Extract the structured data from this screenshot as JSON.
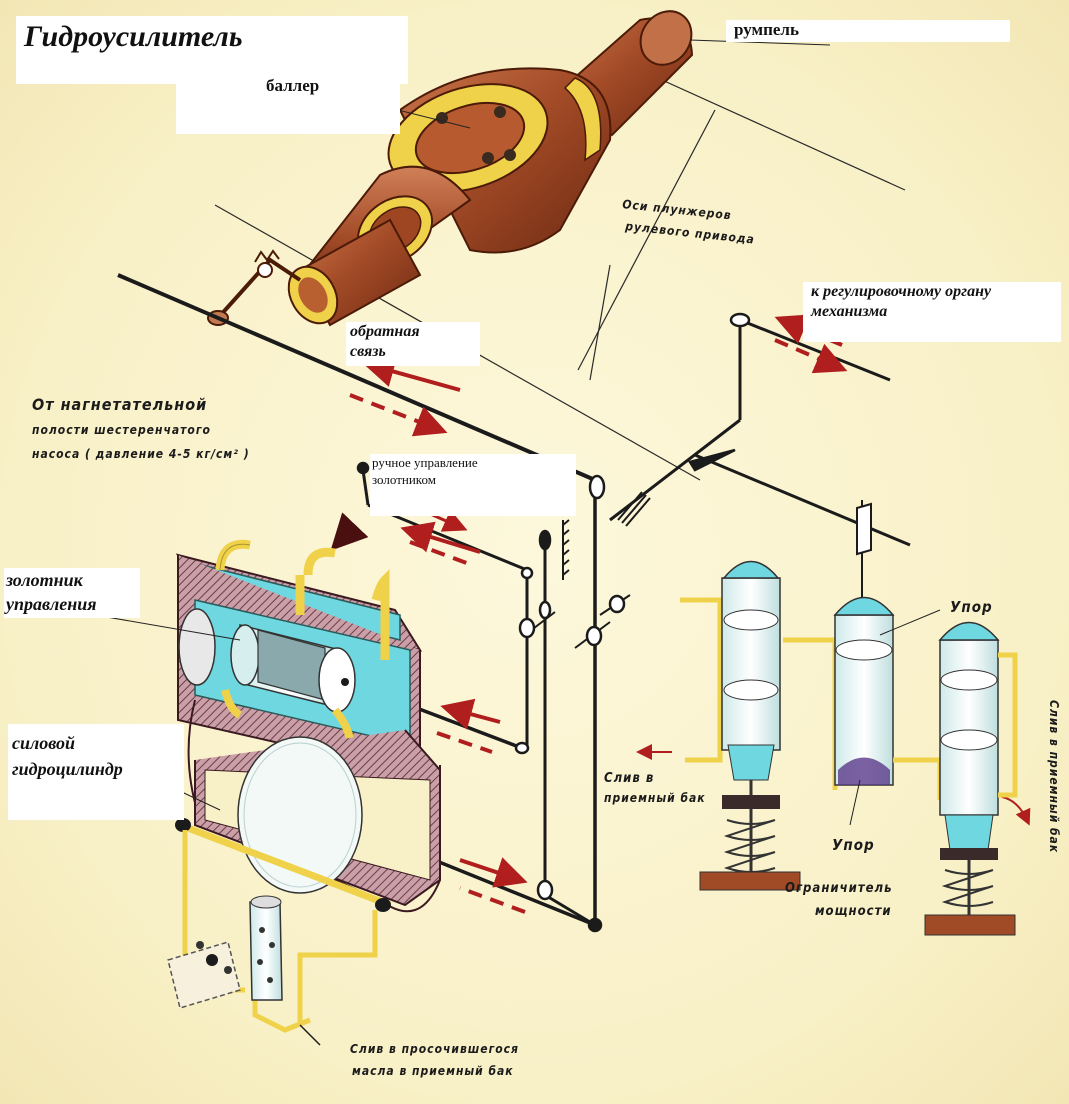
{
  "title": "Гидроусилитель",
  "labels": {
    "rumpel": "румпель",
    "baller": "баллер",
    "obratnaya": "обратная",
    "svyaz": "связь",
    "k_reg_1": "к регулировочному органу",
    "k_reg_2": "механизма",
    "ruchnoe_1": "ручное управление",
    "ruchnoe_2": "золотником",
    "zolotnik_1": "золотник",
    "zolotnik_2": "управления",
    "silovoy_1": "силовой",
    "silovoy_2": "гидроцилиндр"
  },
  "handwritten": {
    "osi_1": "Оси плунжеров",
    "osi_2": "рулевого привода",
    "ot_1": "От нагнетательной",
    "ot_2": "полости шестеренчатого",
    "ot_3": "насоса   ( давление 4-5 кг/см² )",
    "sliv_left_1": "Слив в",
    "sliv_left_2": "приемный бак",
    "upor_top": "Упор",
    "upor_bottom": "Упор",
    "ogr_1": "Ограничитель",
    "ogr_2": "мощности",
    "sliv_right": "Слив в приемный бак",
    "sliv_bottom_1": "Слив в просочившегося",
    "sliv_bottom_2": "масла в приемный бак"
  },
  "colors": {
    "background": "#fbf5d2",
    "wood": "#a14a26",
    "brass": "#f0d24a",
    "cyan": "#6ed7df",
    "arrow_red": "#b01e1e",
    "ink": "#1b1b1b"
  }
}
